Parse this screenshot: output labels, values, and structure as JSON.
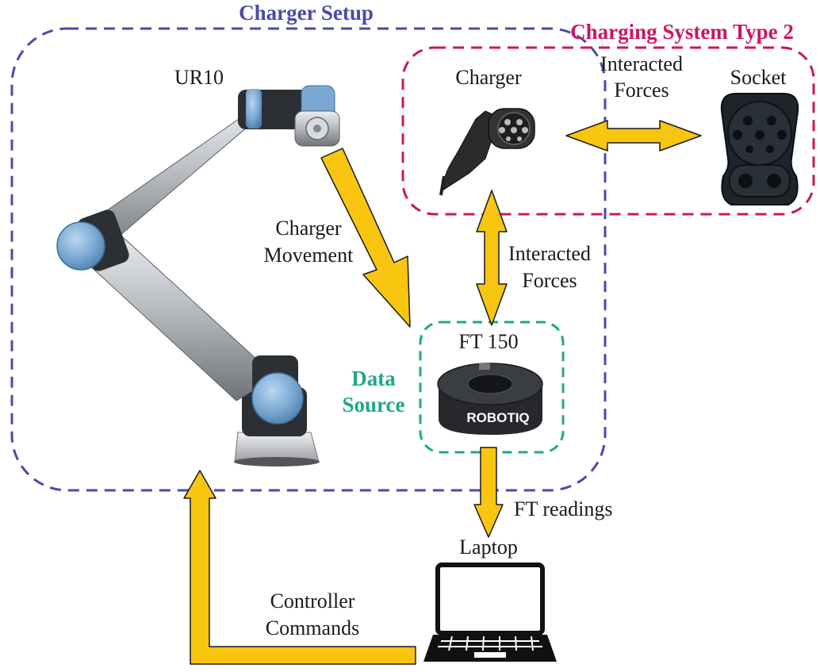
{
  "colors": {
    "charger_setup": "#4a4aaa",
    "charging_system": "#cc1466",
    "data_source": "#1fa88a",
    "arrow_fill": "#f8c510",
    "arrow_stroke": "#1a1a1a"
  },
  "groups": {
    "charger_setup": "Charger Setup",
    "charging_system": "Charging System Type 2",
    "data_source_line1": "Data",
    "data_source_line2": "Source"
  },
  "nodes": {
    "robot": "UR10",
    "charger": "Charger",
    "socket": "Socket",
    "sensor": "FT 150",
    "sensor_brand": "ROBOTIQ",
    "laptop": "Laptop"
  },
  "edges": {
    "charger_movement_line1": "Charger",
    "charger_movement_line2": "Movement",
    "charger_socket_line1": "Interacted",
    "charger_socket_line2": "Forces",
    "charger_sensor_line1": "Interacted",
    "charger_sensor_line2": "Forces",
    "ft_readings": "FT readings",
    "controller_line1": "Controller",
    "controller_line2": "Commands"
  },
  "icons": [
    "robot-arm-icon",
    "ev-charger-plug-icon",
    "type2-socket-icon",
    "force-torque-sensor-icon",
    "laptop-icon"
  ]
}
